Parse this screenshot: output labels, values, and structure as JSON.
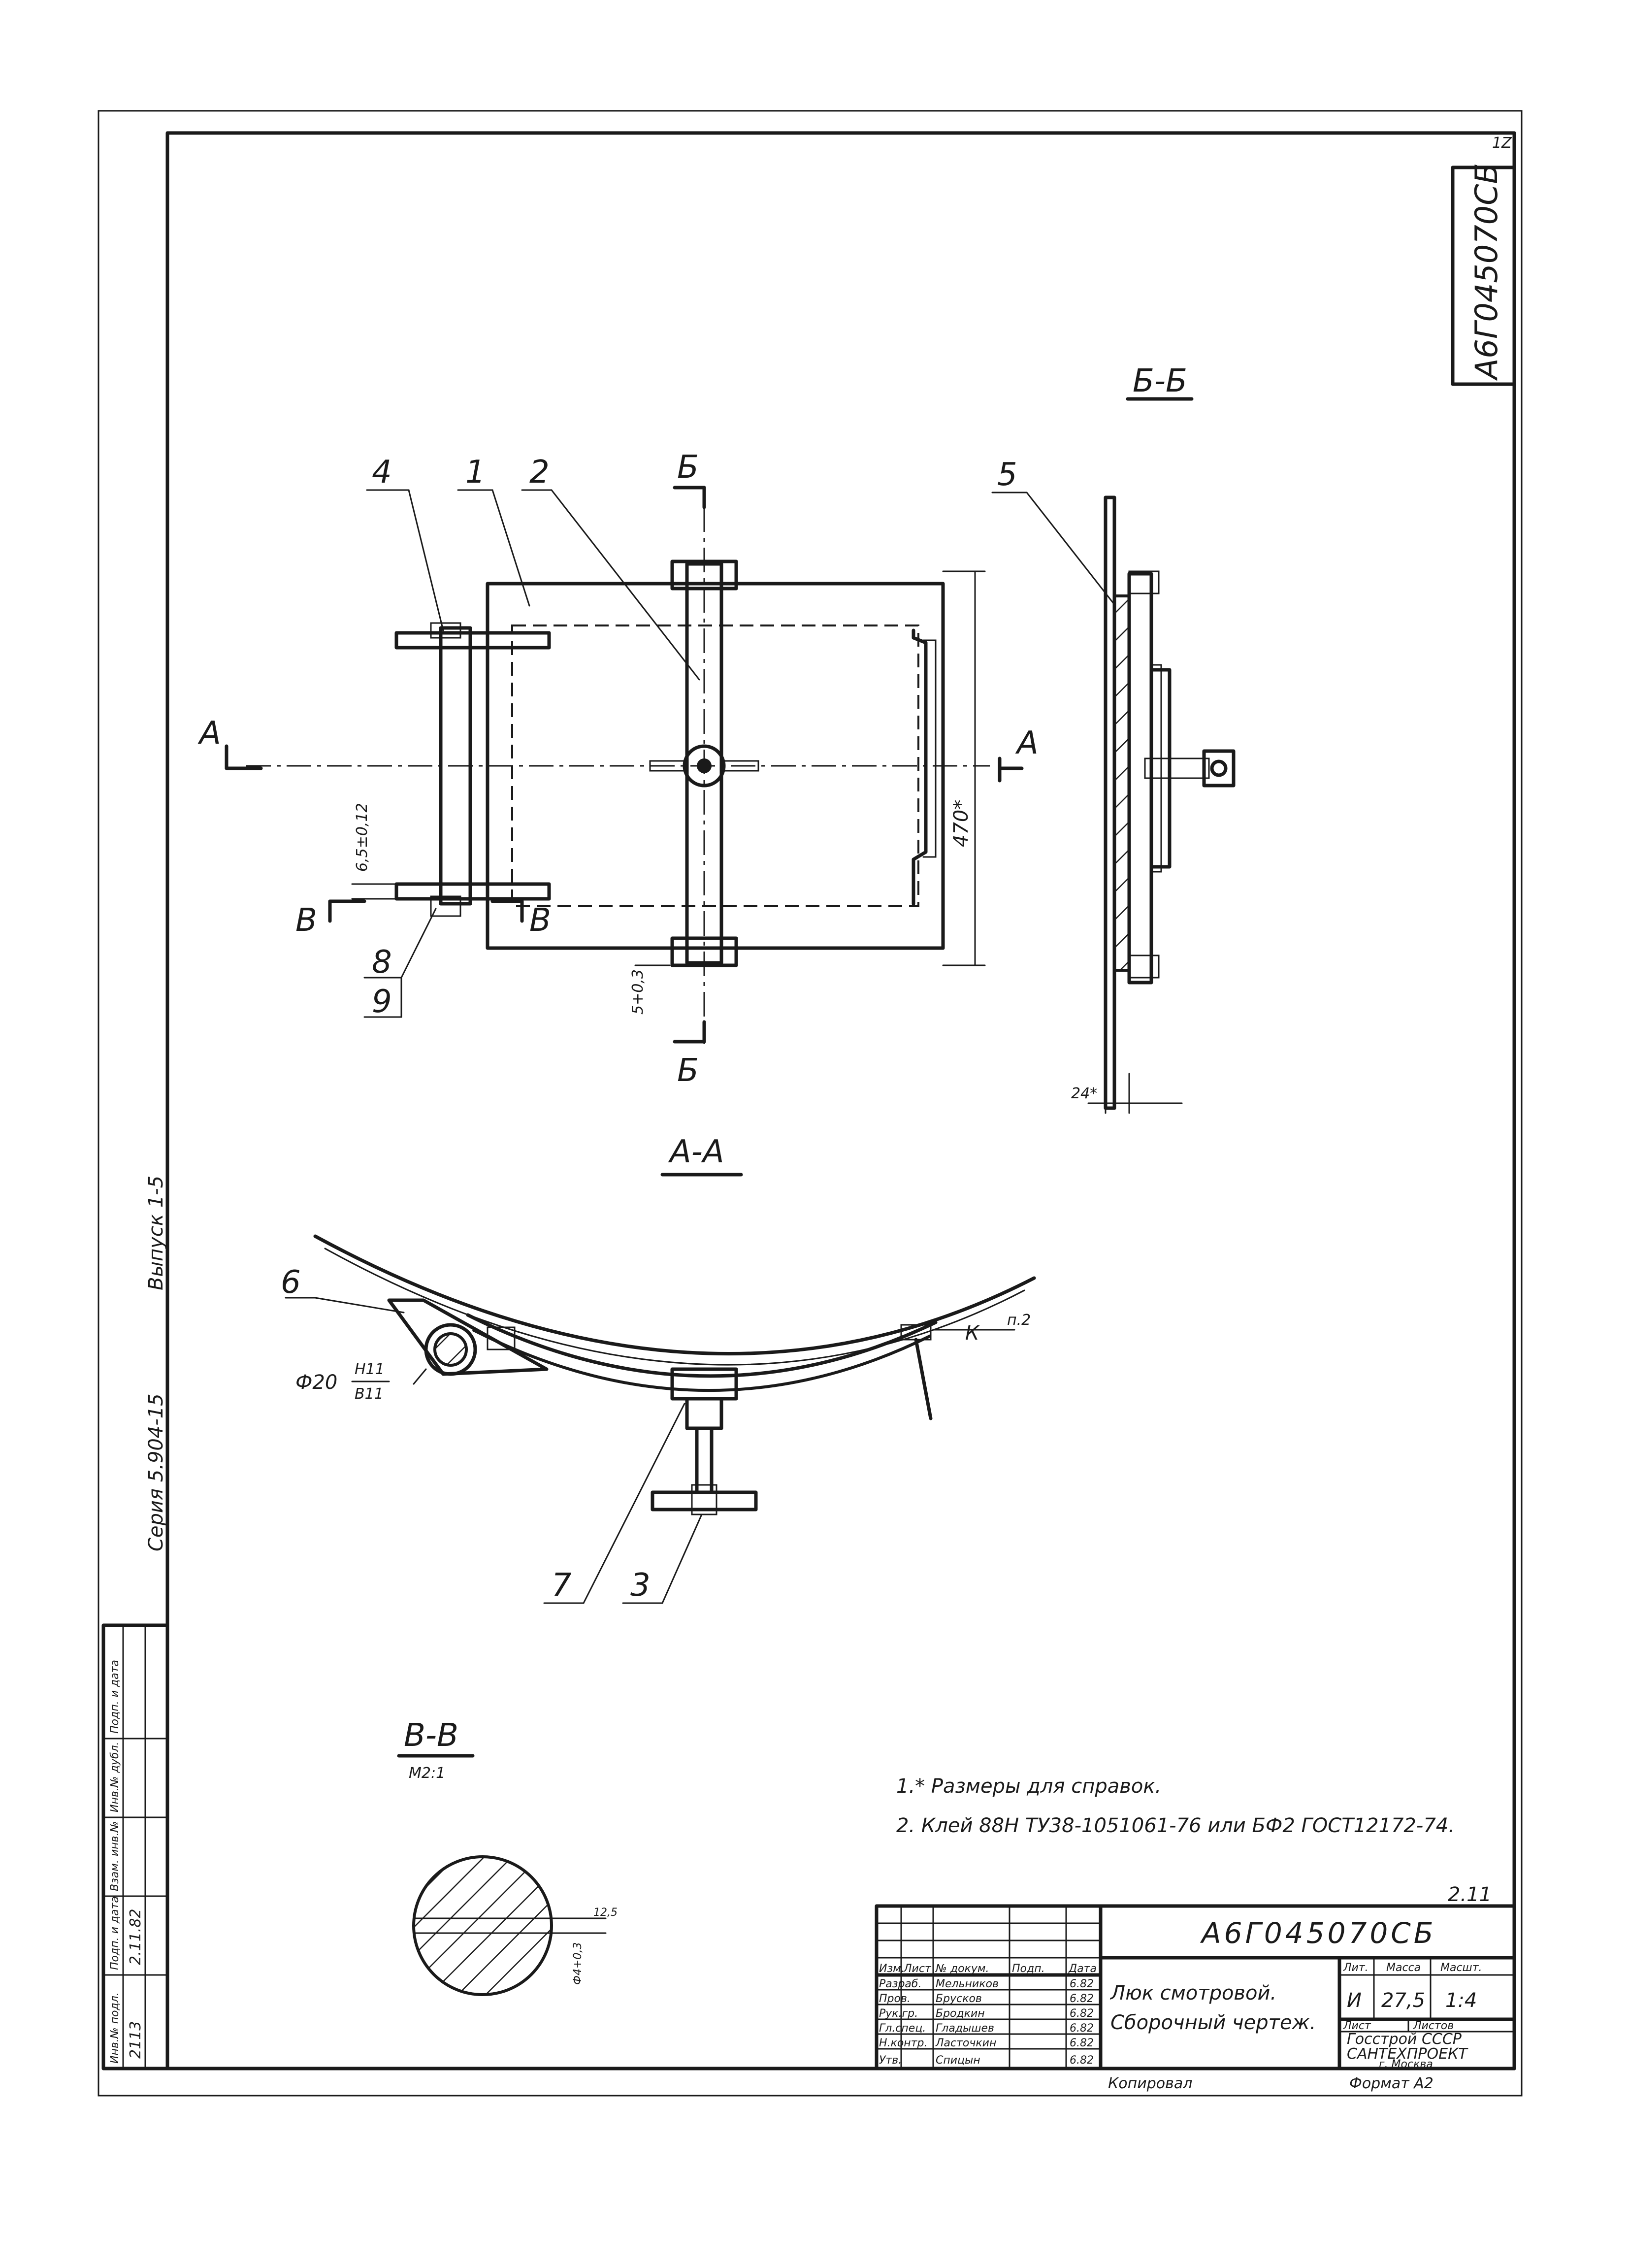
{
  "sheet": {
    "corner_mark": "1Z",
    "top_doc_code": "А6Г045070СБ",
    "page_number": "2.11"
  },
  "left_strip": {
    "series": "Серия 5.904-15",
    "issue": "Выпуск 1-5",
    "headers": [
      "Инв.№ подл.",
      "Подп. и дата",
      "Взам. инв.№",
      "Инв.№ дубл.",
      "Подп. и дата"
    ],
    "values": [
      "2113",
      "2.11.82"
    ]
  },
  "views": {
    "section_bb": "Б-Б",
    "section_aa": "А-А",
    "section_vv": "В-В",
    "section_vv_scale": "М2:1",
    "cut_b": "Б",
    "cut_a": "А",
    "cut_v": "В"
  },
  "callouts": {
    "c1": "1",
    "c2": "2",
    "c3": "3",
    "c4": "4",
    "c5": "5",
    "c6": "6",
    "c7": "7",
    "c8": "8",
    "c9": "9",
    "k": "К",
    "p2": "п.2"
  },
  "dimensions": {
    "d470": "470*",
    "d65": "6,5±0,12",
    "d5": "5+0,3",
    "d24": "24*",
    "fit": "Ф20",
    "fit_num": "H11",
    "fit_den": "B11",
    "d125": "12,5",
    "d4": "Ф4+0,3"
  },
  "notes": [
    "1.* Размеры для справок.",
    "2. Клей 88Н ТУ38-1051061-76 или БФ2 ГОСТ12172-74."
  ],
  "title_block": {
    "doc_code": "А6Г045070СБ",
    "title_line1": "Люк смотровой.",
    "title_line2": "Сборочный чертеж.",
    "lit_header": "Лит.",
    "mass_header": "Масса",
    "scale_header": "Масшт.",
    "lit_value": "И",
    "mass_value": "27,5",
    "scale_value": "1:4",
    "sheet_header": "Лист",
    "sheets_header": "Листов",
    "org_line1": "Госстрой СССР",
    "org_line2": "САНТЕХПРОЕКТ",
    "org_line3": "г. Москва",
    "roles": [
      "Разраб.",
      "Пров.",
      "Рук.гр.",
      "Гл.спец.",
      "Н.контр.",
      "Утв."
    ],
    "names": [
      "Мельников",
      "Брусков",
      "Бродкин",
      "Гладышев",
      "Ласточкин",
      "Спицын"
    ],
    "dates": [
      "6.82",
      "6.82",
      "6.82",
      "6.82",
      "6.82",
      "6.82"
    ],
    "header_cols": [
      "Изм.",
      "Лист",
      "№ докум.",
      "Подп.",
      "Дата"
    ],
    "copied_by": "Копировал",
    "format": "Формат А2"
  }
}
